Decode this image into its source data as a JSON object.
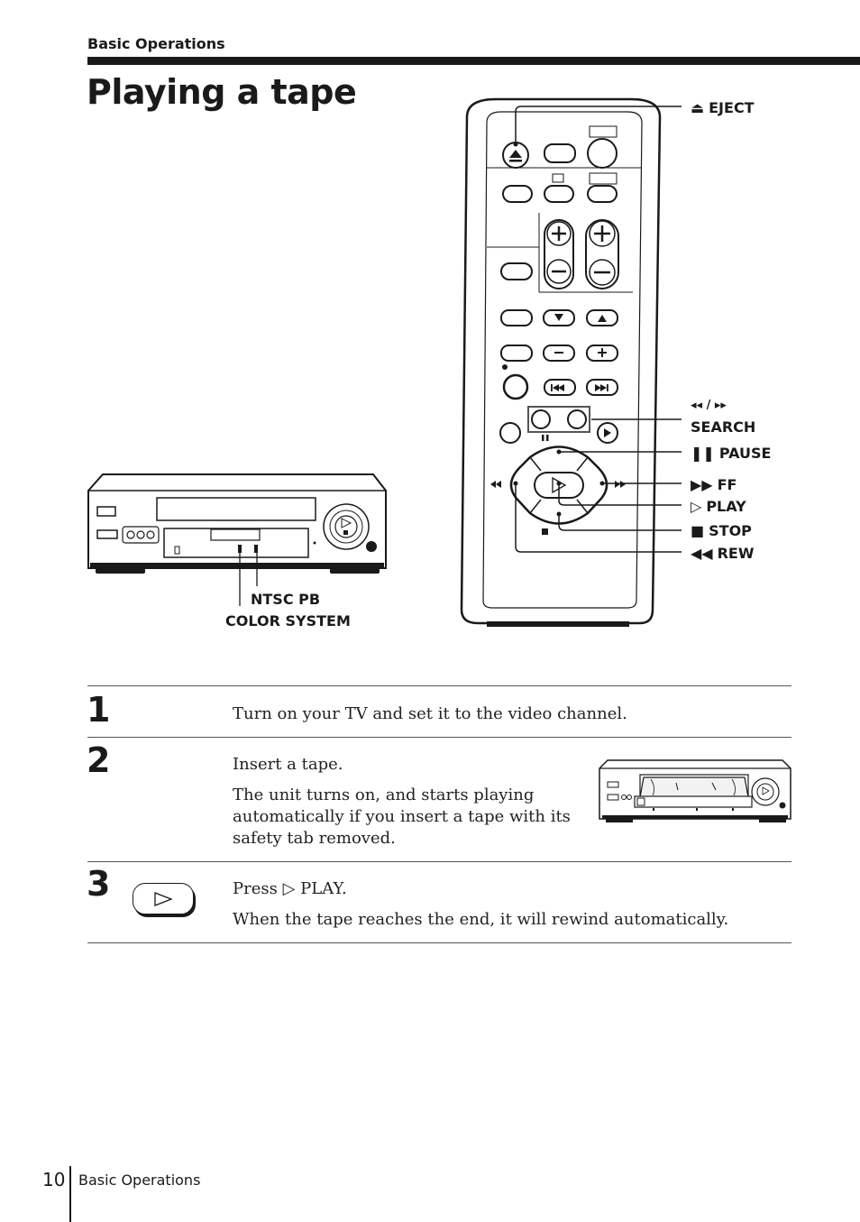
{
  "header": {
    "section": "Basic Operations",
    "title": "Playing a tape"
  },
  "remote_labels": {
    "eject": "EJECT",
    "search_symbols": "◂◂ / ▸▸",
    "search": "SEARCH",
    "pause": "PAUSE",
    "ff": "FF",
    "play": "PLAY",
    "stop": "STOP",
    "rew": "REW"
  },
  "vcr_labels": {
    "ntsc_pb": "NTSC PB",
    "color_system": "COLOR SYSTEM"
  },
  "steps": [
    {
      "number": "1",
      "lines": [
        "Turn on your TV and set it to the video channel."
      ]
    },
    {
      "number": "2",
      "lines": [
        "Insert a tape.",
        "The unit turns on, and starts playing",
        "automatically if you insert a tape with its",
        "safety tab removed."
      ]
    },
    {
      "number": "3",
      "lines": [
        "Press ▷ PLAY.",
        "When the tape reaches the end, it will rewind automatically."
      ]
    }
  ],
  "footer": {
    "page_number": "10",
    "section": "Basic Operations"
  }
}
